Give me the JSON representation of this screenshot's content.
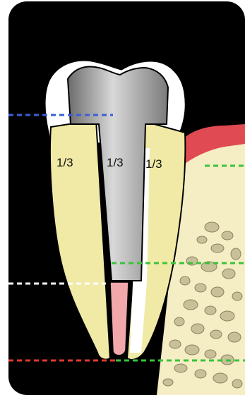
{
  "labels": {
    "left_third": "1/3",
    "middle_third": "1/3",
    "right_third": "1/3"
  },
  "colors": {
    "background": "#000000",
    "root_dentin": "#f0eaa6",
    "gingiva": "#e04a52",
    "bone": "#f5edc4",
    "bone_pore": "#c9c09a",
    "post": "#a0a0a0",
    "crown": "#ffffff",
    "gutta_percha": "#f2a8ab",
    "line_blue": "#3a5fd9",
    "line_green": "#38c43a",
    "line_white": "#ffffff",
    "line_red": "#e0392f"
  },
  "reference_lines": [
    {
      "name": "crown-margin",
      "color": "blue"
    },
    {
      "name": "alveolar-crest",
      "color": "green"
    },
    {
      "name": "post-apex",
      "color": "green"
    },
    {
      "name": "mid-root",
      "color": "white"
    },
    {
      "name": "root-apex",
      "color": "red"
    },
    {
      "name": "apex-bone",
      "color": "green"
    }
  ]
}
